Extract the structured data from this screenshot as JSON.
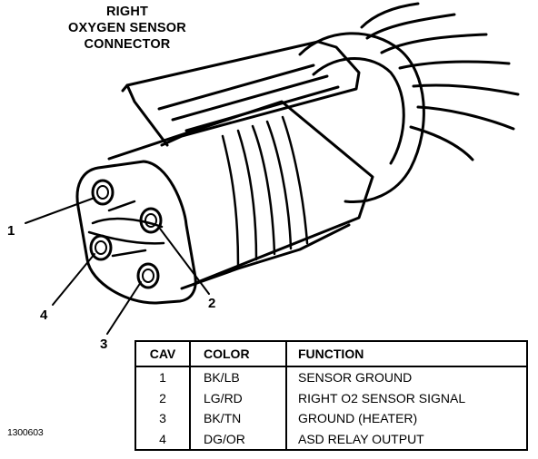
{
  "title": {
    "line1": "RIGHT",
    "line2": "OXYGEN SENSOR",
    "line3": "CONNECTOR"
  },
  "callouts": {
    "pin1": "1",
    "pin2": "2",
    "pin3": "3",
    "pin4": "4"
  },
  "figure_id": "1300603",
  "table": {
    "headers": {
      "cav": "CAV",
      "color": "COLOR",
      "function": "FUNCTION"
    },
    "rows": [
      {
        "cav": "1",
        "color": "BK/LB",
        "function": "SENSOR GROUND"
      },
      {
        "cav": "2",
        "color": "LG/RD",
        "function": "RIGHT O2 SENSOR SIGNAL"
      },
      {
        "cav": "3",
        "color": "BK/TN",
        "function": "GROUND (HEATER)"
      },
      {
        "cav": "4",
        "color": "DG/OR",
        "function": "ASD RELAY OUTPUT"
      }
    ]
  },
  "colors": {
    "ink": "#000000",
    "paper": "#ffffff"
  }
}
